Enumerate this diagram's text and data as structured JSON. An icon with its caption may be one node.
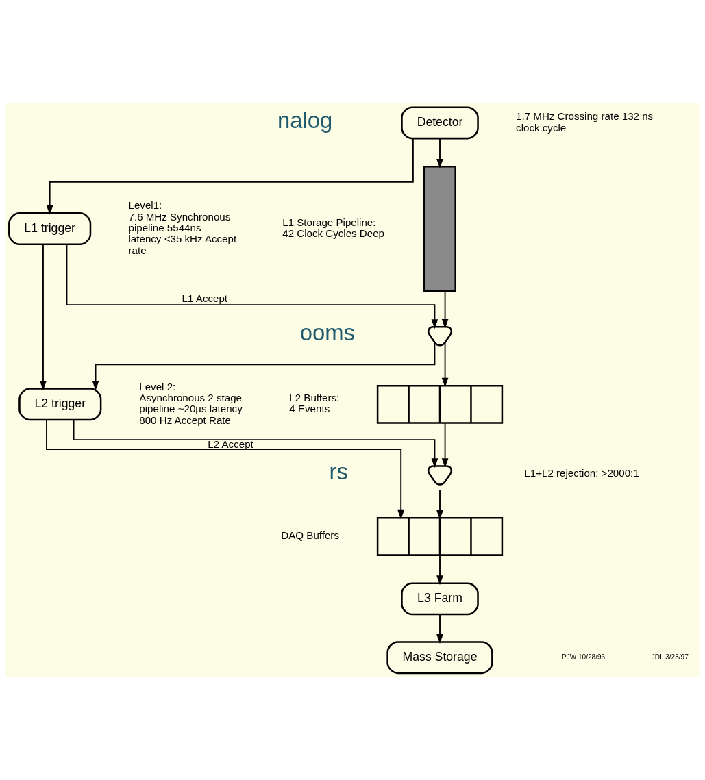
{
  "diagram": {
    "nodes": [
      {
        "text": [
          "Detector"
        ],
        "beside": [
          "1.7 MHz Crossing rate 132 ns clock cycle"
        ]
      },
      {
        "text": [],
        "shape": "bar",
        "beside": [
          "L1 Storage Pipeline:",
          "42 Clock Cycles Deep"
        ]
      },
      {
        "text": [
          "L1 trigger"
        ],
        "beside": [
          "Level1:",
          "7.6 MHz Synchronous pipeline 5544ns latency <35 kHz Accept rate"
        ]
      },
      {
        "text": [],
        "shape": "triangle"
      },
      {
        "text": [],
        "shape": "box",
        "beside": [
          "L2 Buffers:",
          "4 Events"
        ]
      },
      {
        "text": [
          "L2 trigger"
        ],
        "beside": [
          "Level 2:",
          "Asynchronous 2 stage pipeline ~20µs latency 800 Hz Accept Rate"
        ]
      },
      {
        "text": [],
        "shape": "triangle"
      },
      {
        "text": [],
        "shape": "box",
        "beside": [
          "DAQ Buffers"
        ]
      },
      {
        "text": [
          "L3 Farm"
        ]
      },
      {
        "text": [
          "Mass Storage"
        ]
      }
    ],
    "edges": [
      {
        "from": 0,
        "to": 1,
        "arrow": "to"
      },
      {
        "from": 0,
        "to": 2,
        "arrow": "to"
      },
      {
        "from": 1,
        "to": 3,
        "arrow": "to"
      },
      {
        "from": 2,
        "to": 3,
        "arrow": "to",
        "label": "L1 Accept"
      },
      {
        "from": 3,
        "to": 5,
        "arrow": "to"
      },
      {
        "from": 2,
        "to": 5,
        "arrow": "to"
      },
      {
        "from": 3,
        "to": 4,
        "arrow": "to"
      },
      {
        "from": 4,
        "to": 6,
        "arrow": "to"
      },
      {
        "from": 5,
        "to": 6,
        "arrow": "to",
        "label": "L2 Accept"
      },
      {
        "from": 5,
        "to": 7,
        "arrow": "to"
      },
      {
        "from": 6,
        "to": 7,
        "arrow": "to"
      },
      {
        "from": 7,
        "to": 8,
        "arrow": "to"
      },
      {
        "from": 8,
        "to": 9,
        "arrow": "to"
      }
    ],
    "labels": [
      "nalog",
      "ooms",
      "rs",
      "L1+L2 rejection: >2000:1",
      "PJW 10/28/96",
      "JDL 3/23/97"
    ]
  }
}
